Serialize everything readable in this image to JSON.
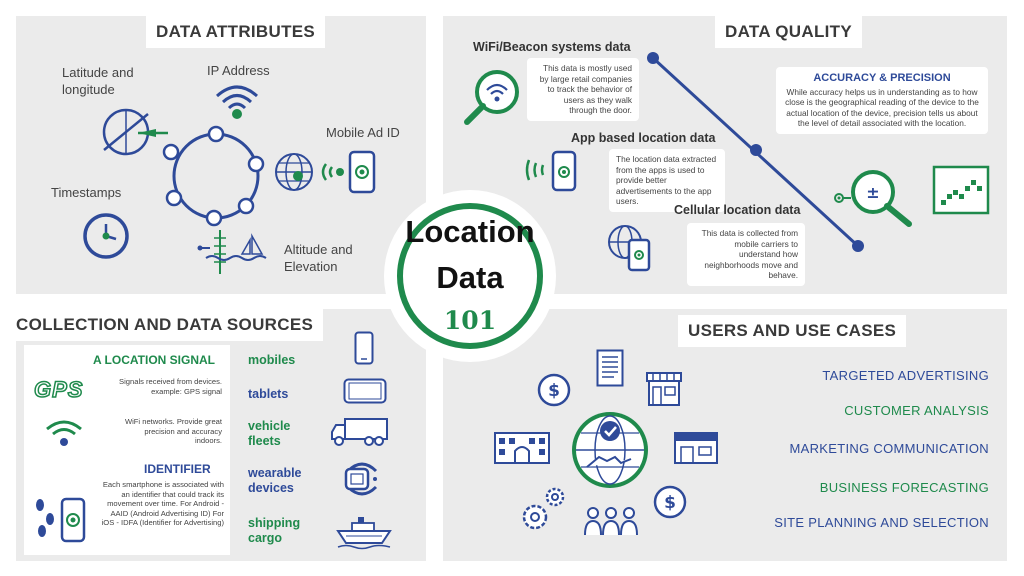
{
  "center": {
    "line1": "Location",
    "line2": "Data",
    "number": "101"
  },
  "data_attributes": {
    "title": "DATA ATTRIBUTES",
    "latlong": "Latitude and longitude",
    "ip": "IP Address",
    "mobile_ad_id": "Mobile Ad ID",
    "timestamps": "Timestamps",
    "altitude": "Altitude and Elevation"
  },
  "data_quality": {
    "title": "DATA QUALITY",
    "wifi_title": "WiFi/Beacon systems data",
    "wifi_text": "This data is mostly used by large retail companies to track the behavior of users as they walk through the door.",
    "app_title": "App based location data",
    "app_text": "The location data extracted from the apps is used to provide better advertisements to the app users.",
    "cell_title": "Cellular location data",
    "cell_text": "This data is collected from mobile carriers to understand how neighborhoods move and behave.",
    "acc_title": "ACCURACY & PRECISION",
    "acc_text": "While accuracy helps us in understanding as to how close is the geographical reading of the device to the actual location of the device, precision tells us about the level of detail associated with the location."
  },
  "collection": {
    "title": "COLLECTION AND DATA SOURCES",
    "signal_title": "A LOCATION SIGNAL",
    "gps_logo": "GPS",
    "gps_text": "Signals received from devices. example: GPS signal",
    "wifi_text": "WiFi networks. Provide great precision and accuracy indoors.",
    "identifier_title": "IDENTIFIER",
    "identifier_text": "Each smartphone is associated with an identifier that could track its movement over time. For Android - AAID (Android Advertising ID) For iOS - IDFA (Identifier for Advertising)",
    "devices": [
      "mobiles",
      "tablets",
      "vehicle fleets",
      "wearable devices",
      "shipping cargo"
    ]
  },
  "users": {
    "title": "USERS AND USE CASES",
    "use_cases": [
      "TARGETED ADVERTISING",
      "CUSTOMER ANALYSIS",
      "MARKETING COMMUNICATION",
      "BUSINESS FORECASTING",
      "SITE PLANNING AND SELECTION"
    ]
  },
  "colors": {
    "green": "#1f8a4c",
    "blue": "#2e4a99",
    "panel": "#ebebeb"
  }
}
